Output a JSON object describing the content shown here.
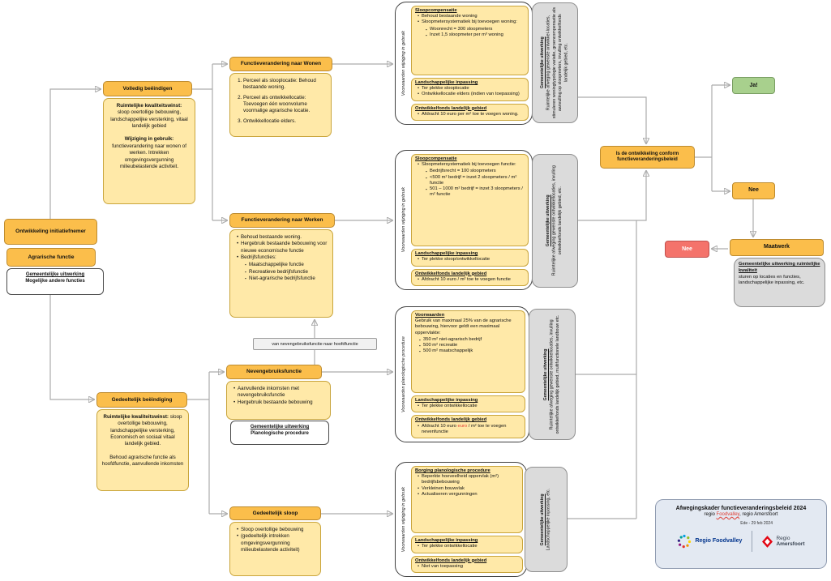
{
  "colors": {
    "orange": "#FBBE4B",
    "orange_border": "#BD8B2F",
    "yellow": "#FFE9A8",
    "green": "#A8D08D",
    "red": "#F4736B",
    "gray": "#DBDBDB",
    "arrow": "#ACACAC"
  },
  "left": {
    "initiator": "Ontwikkeling initiatiefnemer",
    "agrarisch": "Agrarische functie",
    "uitwerking_title": "Gemeentelijke uitwerking",
    "uitwerking_sub": "Mogelijke andere functies"
  },
  "volledig": {
    "header": "Volledig beëindigen",
    "kw_title": "Ruimtelijke kwaliteitswinst:",
    "kw_text": "sloop overtollige bebouwing, landschappelijke versterking, vitaal landelijk gebied",
    "wg_title": "Wijziging in gebruik:",
    "wg_text": "functieverandering naar wonen of werken. Intrekken omgevingsvergunning milieubelastende activiteit."
  },
  "gedeeltelijk": {
    "header": "Gedeeltelijk beëindiging",
    "kw_title": "Ruimtelijke kwaliteitswinst:",
    "kw_text": "sloop overtollige bebouwing, landschappelijke versterking, Economisch en sociaal vitaal landelijk gebied.",
    "extra": "Behoud agrarische functie als hoofdfunctie, aanvullende inkomsten"
  },
  "wonen": {
    "header": "Functieverandering naar Wonen",
    "items": [
      "Perceel als slooplocatie: Behoud bestaande woning.",
      "Perceel als ontwikkellocatie: Toevoegen één woonvolume voormalige agrarische locatie.",
      "Ontwikkellocatie elders."
    ]
  },
  "werken": {
    "header": "Functieverandering naar Werken",
    "items": [
      "Behoud bestaande woning.",
      "Hergebruik bestaande bebouwing voor nieuwe economische functie"
    ],
    "sub_title": "Bedrijfsfuncties:",
    "subs": [
      "Maatschappelijke functie",
      "Recreatieve bedrijfsfunctie",
      "Niet-agrarische bedrijfsfunctie"
    ]
  },
  "nevenlabel": "van nevengebruiksfunctie naar hoofdfunctie",
  "neven": {
    "header": "Nevengebruiksfunctie",
    "items": [
      "Aanvullende inkomsten met nevengebruiksfunctie",
      "Hergebruik bestaande bebouwing"
    ],
    "white_title": "Gemeentelijke uitwerking",
    "white_sub": "Planologische procedure"
  },
  "sloop": {
    "header": "Gedeeltelijk sloop",
    "items": [
      "Sloop overtollige bebouwing",
      "(gedeeltelijk intrekken omgevingsvergunning milieubelastende activiteit)"
    ]
  },
  "panel1": {
    "side": "Voorwaarden wijziging in gebruik",
    "a_title": "Sloopcompensatie",
    "a_i0": "Behoud bestaande woning",
    "a_i1": "Sloopmetersystematiek bij toevoegen woning:",
    "a_s0": "Woonrecht = 300 sloopmeters",
    "a_s1": "Inzet 1,5 sloopmeter per m³ woning",
    "b_title": "Landschappelijke inpassing",
    "b_i0": "Ter plekke slooplocatie",
    "b_i1": "Ontwikkellocatie elders (indien van toepassing)",
    "c_title": "Ontwikkelfonds landelijk gebied",
    "c_i0": "Afdracht 10 euro per m² toe te voegen woning.",
    "gray_title": "Gemeentelijke uitwerking",
    "gray_text": "Ruimtelijke afweging gewenste ontwikkel-locaties, stimuleren woningtypologie variatie, groencompensatie als aanvulling op sloopmeters, invulling ontwikkelfonds landelijk gebied, etc."
  },
  "panel2": {
    "side": "Voorwaarden wijziging in gebruik",
    "a_title": "Sloopcompensatie",
    "a_i0": "Sloopmetersystematiek bij toevoegen functie:",
    "a_s0": "Bedrijfsrecht = 100 sloopmeters",
    "a_s1": "<500 m² bedrijf = inzet 2 sloopmeters / m² functie",
    "a_s2": "501 – 1000 m² bedrijf = inzet 3 sloopmeters / m² functie",
    "b_title": "Landschappelijke inpassing",
    "b_i0": "Ter plekke sloop/ontwikkellocatie",
    "c_title": "Ontwikkelfonds landelijk gebied",
    "c_i0": "Afdracht 10 euro / m² toe te voegen functie",
    "gray_title": "Gemeentelijke uitwerking",
    "gray_text": "Ruimtelijke afweging gewenste ontwikkellocaties, invulling ontwikkelfonds landelijk gebied, etc."
  },
  "panel3": {
    "side": "Voorwaarden planologische procedure",
    "a_title": "Voorwaarden",
    "a_i0": "Gebruik van maximaal 25% van de agrarische bebouwing, hiervoor geldt een maximaal oppervlakte:",
    "a_s0": "350 m² niet-agrarisch bedrijf",
    "a_s1": "500 m² recreatie",
    "a_s2": "500 m² maatschappelijk",
    "b_title": "Landschappelijke inpassing",
    "b_i0": "Ter plekke ontwikkellocatie",
    "c_title": "Ontwikkelfonds landelijk gebied",
    "c_pre": "Afdracht 10 euro",
    "c_red": "euro",
    "c_post": "/ m² toe te voegen nevenfunctie",
    "gray_title": "Gemeentelijke uitwerking",
    "gray_text": "Ruimtelijke afweging gewenste ontwikkellocaties, invulling ontwikkelfonds landelijk gebied, multifunctionele landbouw etc."
  },
  "panel4": {
    "side": "Voorwaarden wijziging in gebruik",
    "a_title": "Borging planologische procedure",
    "a_i0": "Beperkte hoeveelheid oppervlak (m²) bedrijfsbebouwing",
    "a_i1": "Verkleinen bouwvlak",
    "a_i2": "Actualiseren vergunningen",
    "b_title": "Landschappelijke inpassing",
    "b_i0": "Ter plekke ontwikkellocatie",
    "c_title": "Ontwikkelfonds landelijk gebied",
    "c_i0": "Niet van toepassing",
    "gray_title": "Gemeentelijke uitwerking",
    "gray_text": "Landschappelijke inpassing, etc."
  },
  "decision": {
    "question": "Is de ontwikkeling conform functieveranderingsbeleid",
    "ja": "Ja!",
    "nee": "Nee",
    "nee_red": "Nee",
    "maatwerk": "Maatwerk",
    "gray_title": "Gemeentelijke uitwerking ruimtelijke kwaliteit",
    "gray_text": "sturen op locaties en functies, landschappelijke inpassing, etc."
  },
  "footer": {
    "title": "Afwegingskader functieveranderingsbeleid 2024",
    "sub_pre": "regio ",
    "sub_red": "Foodvalley",
    "sub_post": ", regio Amersfoort",
    "date": "Ede - 29 feb 2024",
    "logo1_name": "Regio Foodvalley",
    "logo2_line1": "Regio",
    "logo2_line2": "Amersfoort"
  }
}
